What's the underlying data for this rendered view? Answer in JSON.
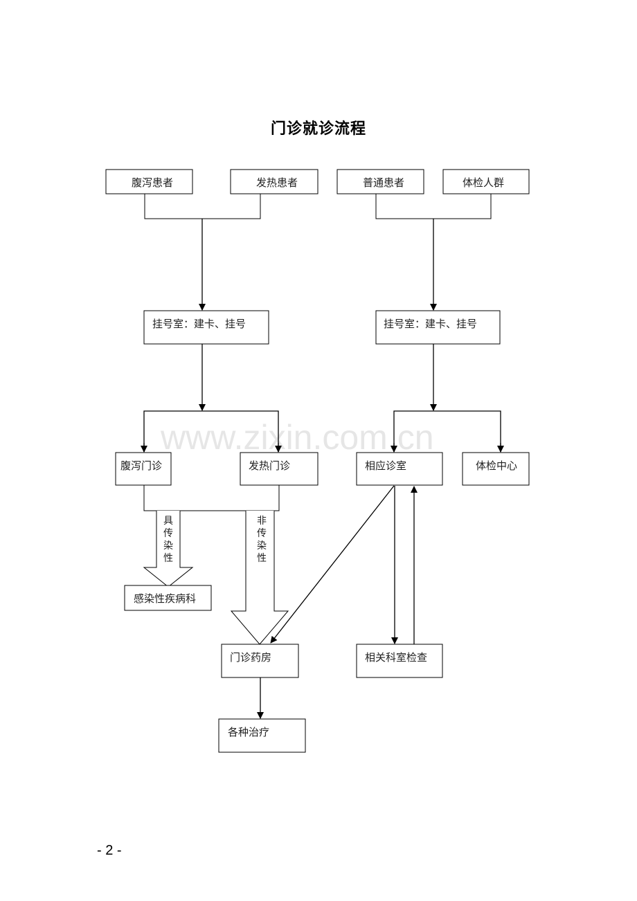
{
  "document": {
    "title": "门诊就诊流程",
    "watermark": "www.zixin.com.cn",
    "page_number": "- 2 -"
  },
  "flowchart": {
    "nodes": {
      "diarrhea_patients": "腹泻患者",
      "fever_patients": "发热患者",
      "general_patients": "普通患者",
      "checkup_people": "体检人群",
      "registration_left": "挂号室：建卡、挂号",
      "registration_right": "挂号室：建卡、挂号",
      "diarrhea_clinic": "腹泻门诊",
      "fever_clinic": "发热门诊",
      "corresponding_clinic": "相应诊室",
      "checkup_center": "体检中心",
      "infectious_dept": "感染性疾病科",
      "outpatient_pharmacy": "门诊药房",
      "related_dept_exam": "相关科室检查",
      "various_treatments": "各种治疗"
    },
    "edge_labels": {
      "infectious": [
        "具",
        "传",
        "染",
        "性"
      ],
      "non_infectious": [
        "非",
        "传",
        "染",
        "性"
      ]
    }
  }
}
